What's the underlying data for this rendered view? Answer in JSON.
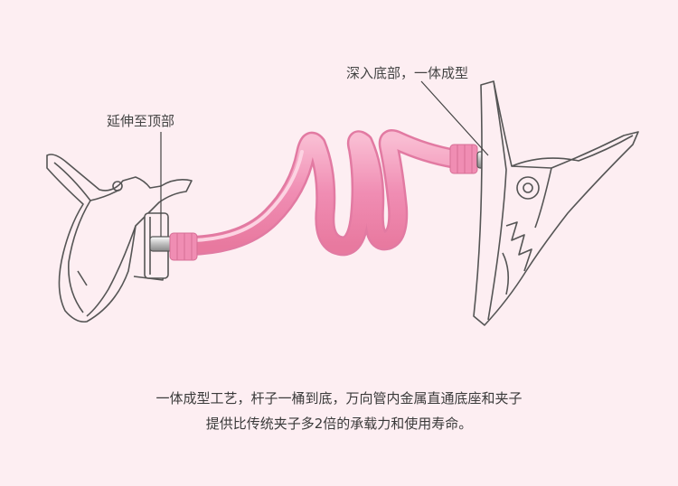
{
  "callouts": {
    "left": "延伸至顶部",
    "right": "深入底部，一体成型"
  },
  "caption": {
    "line1": "一体成型工艺，杆子一桶到底，万向管内金属直通底座和夹子",
    "line2": "提供比传统夹子多2倍的承载力和使用寿命。"
  },
  "colors": {
    "background": "#fdeef2",
    "tube": "#f08db3",
    "tube_light": "#f9c2d6",
    "outline": "#555555"
  }
}
